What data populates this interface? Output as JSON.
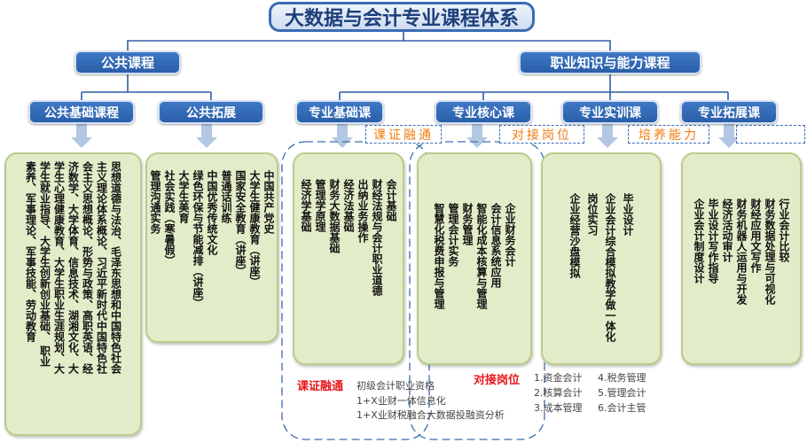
{
  "title": "大数据与会计专业课程体系",
  "level1": {
    "public": "公共课程",
    "career": "职业知识与能力课程"
  },
  "level2": {
    "pub_basic": "公共基础课程",
    "pub_ext": "公共拓展",
    "pro_basic": "专业基础课",
    "pro_core": "专业核心课",
    "pro_train": "专业实训课",
    "pro_ext": "专业拓展课"
  },
  "tags": {
    "t1": "课证融通",
    "t2": "对接岗位",
    "t3": "培养能力"
  },
  "columns": {
    "pub_basic": [
      "思想道德与法治、毛泽东思想和中国特色社会",
      "主义理论体系概论、习近平新时代中国特色社",
      "会主义思想概论、形势与政策、高职英语、经",
      "济数学、大学体育、信息技术、湖湘文化、大",
      "学生心理健康教育、大学生职业生涯规划、大",
      "学生就业指导、大学生创新创业基础、 职业",
      "素养、军事理论、军事技能、劳动教育"
    ],
    "pub_ext": [
      "中国共产党史",
      "大学生健康教育（讲座）",
      "国家安全教育（讲座）",
      "普通话训练",
      "中国优秀传统文化",
      "绿色环保与节能减排（讲座）",
      "大学生美育",
      "社会实践（寒暑假）",
      "管理沟通实务"
    ],
    "pro_basic": [
      "会计基础",
      "财经法规与会计职业道德",
      "出纳业务操作",
      "经济法基础",
      "财务大数据基础",
      "管理学原理",
      "经济学基础"
    ],
    "pro_core": [
      "企业财务会计",
      "会计信息系统应用",
      "智能化成本核算与管理",
      "财务管理",
      "管理会计实务",
      "智慧化税费申报与管理"
    ],
    "pro_train": [
      "毕业设计",
      "企业会计综合模拟教学做一体化",
      "岗位实习",
      "企业经营沙盘模拟"
    ],
    "pro_ext": [
      "行业会计比较",
      "财务数据处理与可视化",
      "财经应用文写作",
      "财务机器人运用与开发",
      "经济活动审计",
      "毕业设计写作指导",
      "企业会计制度设计"
    ]
  },
  "cert": {
    "label": "课证融通",
    "items": [
      "初级会计职业资格",
      "1+X业财一体信息化",
      "1+X业财税融合大数据投融资分析"
    ]
  },
  "jobs": {
    "label": "对接岗位",
    "items": [
      "1.资金会计",
      "4.税务管理",
      "2.核算会计",
      "5.管理会计",
      "3.成本管理",
      "6.会计主管"
    ]
  },
  "colors": {
    "blue": "#2e63ae",
    "connector": "#2f5fa5",
    "green_fill": "#e2ecc8",
    "orange": "#f07b10",
    "red": "#e8161b"
  },
  "icons": {
    "arrow": "down-arrow-icon"
  }
}
